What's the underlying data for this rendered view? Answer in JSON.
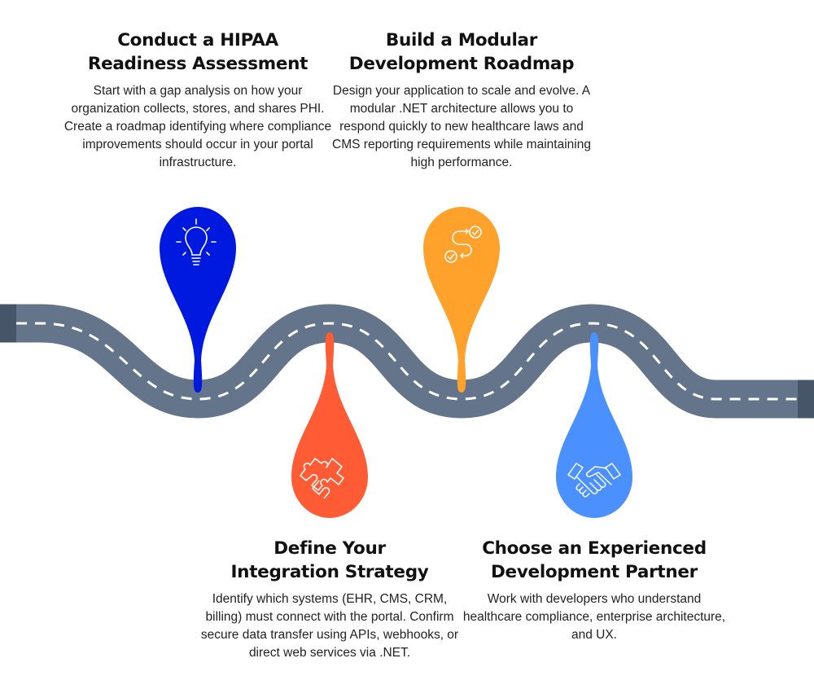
{
  "steps": [
    {
      "title_line1": "Conduct a HIPAA",
      "title_line2": "Readiness Assessment",
      "body": "Start with a gap analysis on how your organization collects, stores, and shares PHI. Create a roadmap identifying where compliance improvements should occur in your portal infrastructure.",
      "icon": "lightbulb-icon",
      "color": "#0019DF"
    },
    {
      "title_line1": "Build a Modular",
      "title_line2": "Development Roadmap",
      "body": "Design your application to scale and evolve. A modular .NET architecture allows you to respond quickly to new healthcare laws and CMS reporting requirements while maintaining high performance.",
      "icon": "roadmap-path-icon",
      "color": "#FFA22B"
    },
    {
      "title_line1": "Define Your",
      "title_line2": "Integration Strategy",
      "body": "Identify which systems (EHR, CMS, CRM, billing) must connect with the portal. Confirm secure data transfer using APIs, webhooks, or direct web services via .NET.",
      "icon": "puzzle-icon",
      "color": "#FF5C35"
    },
    {
      "title_line1": "Choose an Experienced",
      "title_line2": "Development Partner",
      "body": "Work with developers who understand healthcare compliance, enterprise architecture, and UX.",
      "icon": "handshake-icon",
      "color": "#4A90FF"
    }
  ],
  "road_color": "#64748B",
  "road_cap_color": "#475569"
}
